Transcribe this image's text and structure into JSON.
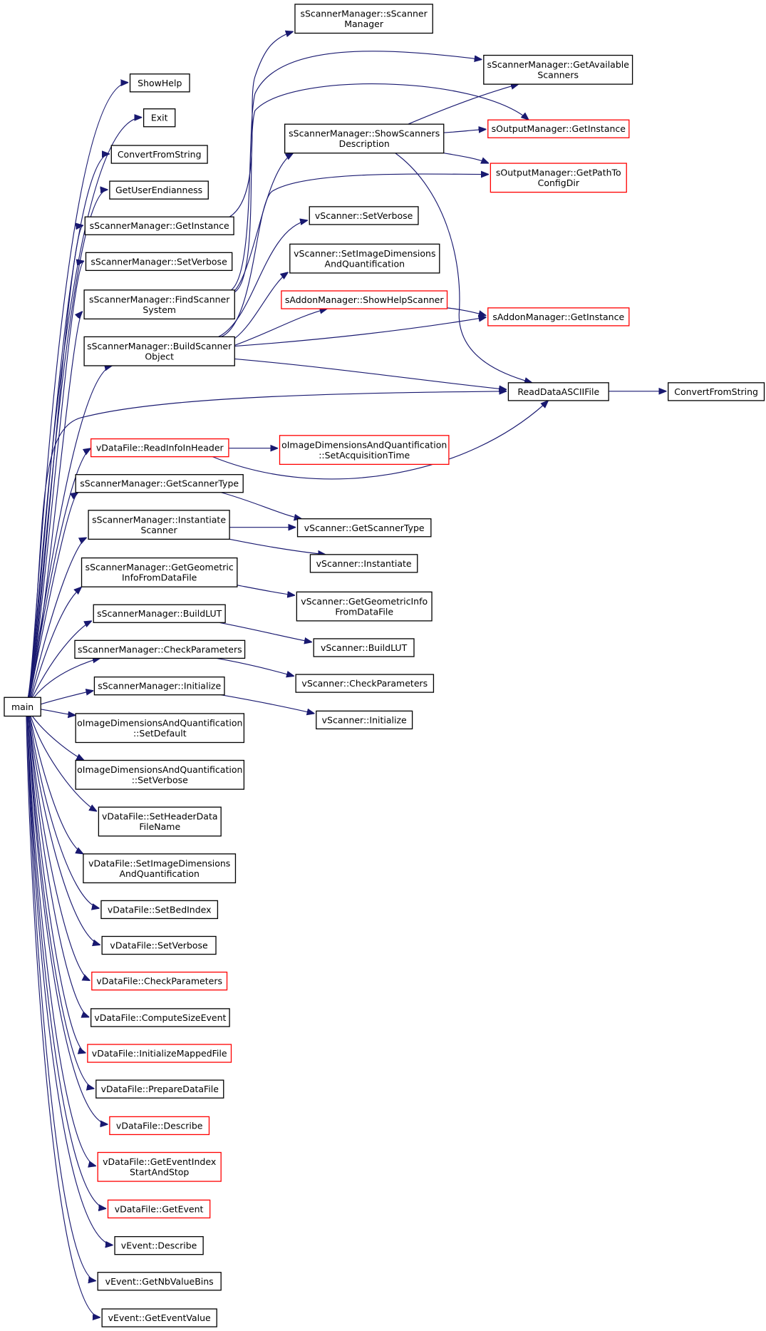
{
  "colors": {
    "edge": "#191970",
    "node_border": "#000000",
    "node_border_incomplete": "#ff0000",
    "root_fill": "#bfbfbf",
    "node_fill": "#ffffff"
  },
  "nodes": {
    "main": {
      "label": [
        "main"
      ],
      "style": "root"
    },
    "showhelp": {
      "label": [
        "ShowHelp"
      ]
    },
    "exit": {
      "label": [
        "Exit"
      ]
    },
    "convertfromstring_a": {
      "label": [
        "ConvertFromString"
      ]
    },
    "getuserendianness": {
      "label": [
        "GetUserEndianness"
      ]
    },
    "sm_getinstance": {
      "label": [
        "sScannerManager::GetInstance"
      ]
    },
    "sm_setverbose": {
      "label": [
        "sScannerManager::SetVerbose"
      ]
    },
    "sm_findscannersystem": {
      "label": [
        "sScannerManager::FindScanner",
        "System"
      ]
    },
    "sm_buildscannerobject": {
      "label": [
        "sScannerManager::BuildScanner",
        "Object"
      ]
    },
    "df_readinfoinheader": {
      "label": [
        "vDataFile::ReadInfoInHeader"
      ],
      "style": "incomplete"
    },
    "sm_getscannertype": {
      "label": [
        "sScannerManager::GetScannerType"
      ]
    },
    "sm_instantiatescanner": {
      "label": [
        "sScannerManager::Instantiate",
        "Scanner"
      ]
    },
    "sm_getgeometricinfo": {
      "label": [
        "sScannerManager::GetGeometric",
        "InfoFromDataFile"
      ]
    },
    "sm_buildlut": {
      "label": [
        "sScannerManager::BuildLUT"
      ]
    },
    "sm_checkparameters": {
      "label": [
        "sScannerManager::CheckParameters"
      ]
    },
    "sm_initialize": {
      "label": [
        "sScannerManager::Initialize"
      ]
    },
    "oi_setdefault": {
      "label": [
        "oImageDimensionsAndQuantification",
        "::SetDefault"
      ]
    },
    "oi_setverbose": {
      "label": [
        "oImageDimensionsAndQuantification",
        "::SetVerbose"
      ]
    },
    "df_setheaderdatafilename": {
      "label": [
        "vDataFile::SetHeaderData",
        "FileName"
      ]
    },
    "df_setimagedimensions": {
      "label": [
        "vDataFile::SetImageDimensions",
        "AndQuantification"
      ]
    },
    "df_setbedindex": {
      "label": [
        "vDataFile::SetBedIndex"
      ]
    },
    "df_setverbose": {
      "label": [
        "vDataFile::SetVerbose"
      ]
    },
    "df_checkparameters": {
      "label": [
        "vDataFile::CheckParameters"
      ],
      "style": "incomplete"
    },
    "df_computesizeevent": {
      "label": [
        "vDataFile::ComputeSizeEvent"
      ]
    },
    "df_initializemappedfile": {
      "label": [
        "vDataFile::InitializeMappedFile"
      ],
      "style": "incomplete"
    },
    "df_preparedatafile": {
      "label": [
        "vDataFile::PrepareDataFile"
      ]
    },
    "df_describe": {
      "label": [
        "vDataFile::Describe"
      ],
      "style": "incomplete"
    },
    "df_geteventindex": {
      "label": [
        "vDataFile::GetEventIndex",
        "StartAndStop"
      ],
      "style": "incomplete"
    },
    "df_getevent": {
      "label": [
        "vDataFile::GetEvent"
      ],
      "style": "incomplete"
    },
    "ev_describe": {
      "label": [
        "vEvent::Describe"
      ]
    },
    "ev_getnbvaluebins": {
      "label": [
        "vEvent::GetNbValueBins"
      ]
    },
    "ev_geteventvalue": {
      "label": [
        "vEvent::GetEventValue"
      ]
    },
    "sm_sscannermanager": {
      "label": [
        "sScannerManager::sScanner",
        "Manager"
      ]
    },
    "sm_getavailablescanners": {
      "label": [
        "sScannerManager::GetAvailable",
        "Scanners"
      ]
    },
    "sm_showscannersdescription": {
      "label": [
        "sScannerManager::ShowScanners",
        "Description"
      ]
    },
    "om_getinstance": {
      "label": [
        "sOutputManager::GetInstance"
      ],
      "style": "incomplete"
    },
    "om_getpathtoconfigdir": {
      "label": [
        "sOutputManager::GetPathTo",
        "ConfigDir"
      ],
      "style": "incomplete"
    },
    "vs_setverbose": {
      "label": [
        "vScanner::SetVerbose"
      ]
    },
    "vs_setimagedimensions": {
      "label": [
        "vScanner::SetImageDimensions",
        "AndQuantification"
      ]
    },
    "am_showhelpscanner": {
      "label": [
        "sAddonManager::ShowHelpScanner"
      ],
      "style": "incomplete"
    },
    "am_getinstance": {
      "label": [
        "sAddonManager::GetInstance"
      ],
      "style": "incomplete"
    },
    "readdataasciifile": {
      "label": [
        "ReadDataASCIIFile"
      ]
    },
    "convertfromstring_b": {
      "label": [
        "ConvertFromString"
      ]
    },
    "oi_setacquisitiontime": {
      "label": [
        "oImageDimensionsAndQuantification",
        "::SetAcquisitionTime"
      ],
      "style": "incomplete"
    },
    "vs_getscannertype": {
      "label": [
        "vScanner::GetScannerType"
      ]
    },
    "vs_instantiate": {
      "label": [
        "vScanner::Instantiate"
      ]
    },
    "vs_getgeometricinfo": {
      "label": [
        "vScanner::GetGeometricInfo",
        "FromDataFile"
      ]
    },
    "vs_buildlut": {
      "label": [
        "vScanner::BuildLUT"
      ]
    },
    "vs_checkparameters": {
      "label": [
        "vScanner::CheckParameters"
      ]
    },
    "vs_initialize": {
      "label": [
        "vScanner::Initialize"
      ]
    }
  }
}
